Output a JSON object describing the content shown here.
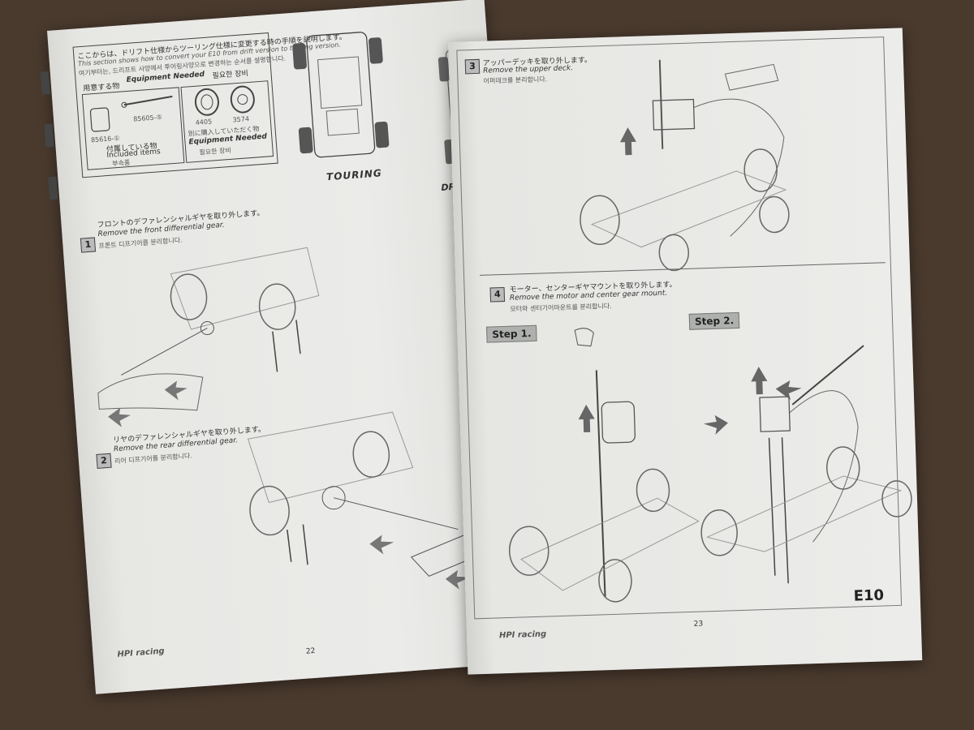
{
  "left_page": {
    "intro": {
      "jp": "ここからは、ドリフト仕様からツーリング仕様に変更する時の手順を説明します。",
      "en": "This section shows how to convert your E10 from drift version to touring version.",
      "kr": "여기부터는, 드리프트 사양에서 투어링사양으로 변경하는 순서를 설명합니다."
    },
    "equipment_box": {
      "header_jp": "用意する物",
      "header_en": "Equipment Needed",
      "header_kr": "필요한 장비",
      "part1": "85616-①",
      "part2": "85605-⑤",
      "included_jp": "付属している物",
      "included_en": "Included items",
      "included_kr": "부속품",
      "part3": "4405",
      "part4": "3574",
      "separate_jp": "別に購入していただく物",
      "separate_en": "Equipment Needed",
      "separate_kr": "필요한 장비"
    },
    "touring_label": "TOURING",
    "drift_label": "DRI",
    "step1": {
      "num": "1",
      "jp": "フロントのデファレンシャルギヤを取り外します。",
      "en": "Remove the front differential gear.",
      "kr": "프론트 디프기어를 분리합니다."
    },
    "step2": {
      "num": "2",
      "jp": "リヤのデファレンシャルギヤを取り外します。",
      "en": "Remove the rear differential gear.",
      "kr": "리어 디프기어를 분리합니다."
    },
    "page_number": "22",
    "logo": "HPI racing"
  },
  "right_page": {
    "step3": {
      "num": "3",
      "jp": "アッパーデッキを取り外します。",
      "en": "Remove the upper deck.",
      "kr": "어퍼데크를 분리합니다."
    },
    "step4": {
      "num": "4",
      "jp": "モーター、センターギヤマウントを取り外します。",
      "en": "Remove the motor and center gear mount.",
      "kr": "모터와 센터기어마운트를 분리합니다."
    },
    "step_a": "Step 1.",
    "step_b": "Step 2.",
    "page_number": "23",
    "model": "E10",
    "logo": "HPI racing"
  },
  "colors": {
    "table": "#4a3a2e",
    "paper": "#ebebe9",
    "ink": "#333333",
    "step_label_bg": "#aeb0ae"
  }
}
